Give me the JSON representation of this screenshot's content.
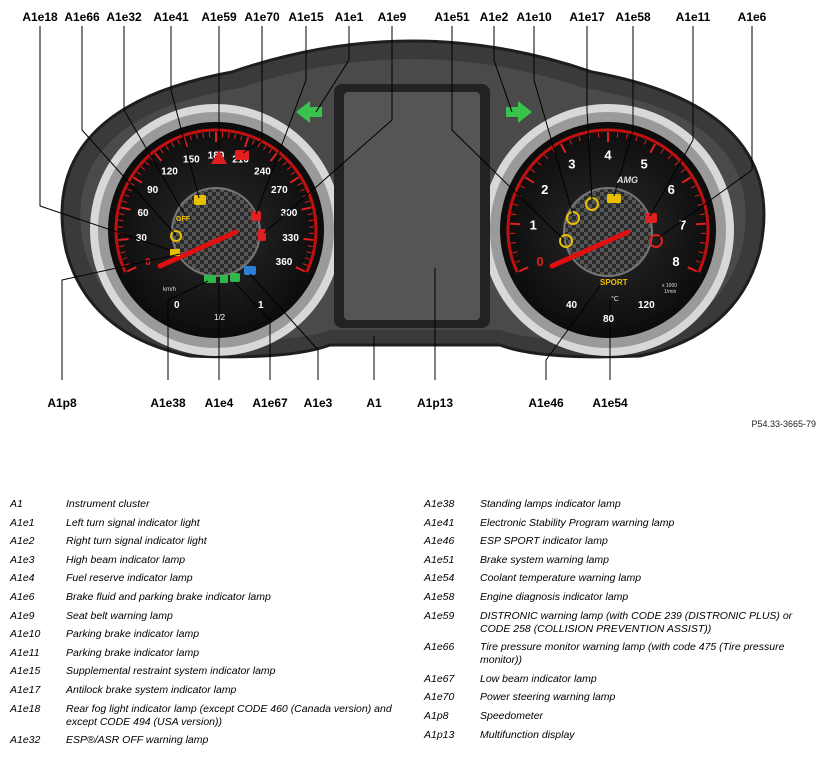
{
  "callouts_top": [
    "A1e18",
    "A1e66",
    "A1e32",
    "A1e41",
    "A1e59",
    "A1e70",
    "A1e15",
    "A1e1",
    "A1e9",
    "A1e51",
    "A1e2",
    "A1e10",
    "A1e17",
    "A1e58",
    "A1e11",
    "A1e6"
  ],
  "callouts_bottom": [
    "A1p8",
    "A1e38",
    "A1e4",
    "A1e67",
    "A1e3",
    "A1",
    "A1p13",
    "A1e46",
    "A1e54"
  ],
  "reference": "P54.33-3665-79",
  "speedometer": {
    "unit": "km/h",
    "ticks": [
      "0",
      "30",
      "60",
      "90",
      "120",
      "150",
      "180",
      "210",
      "240",
      "270",
      "300",
      "330",
      "360"
    ],
    "fuel_ticks": [
      "0",
      "1/2",
      "1"
    ]
  },
  "tachometer": {
    "ticks": [
      "0",
      "1",
      "2",
      "3",
      "4",
      "5",
      "6",
      "7",
      "8"
    ],
    "unit_line1": "x 1000",
    "unit_line2": "1/min",
    "brand": "AMG",
    "sport_label": "SPORT",
    "temp_ticks": [
      "40",
      "80",
      "120"
    ],
    "temp_unit": "°C"
  },
  "legend_left": [
    {
      "code": "A1",
      "desc": "Instrument cluster"
    },
    {
      "code": "A1e1",
      "desc": "Left turn signal indicator light"
    },
    {
      "code": "A1e2",
      "desc": "Right turn signal indicator light"
    },
    {
      "code": "A1e3",
      "desc": "High beam indicator lamp"
    },
    {
      "code": "A1e4",
      "desc": "Fuel reserve indicator lamp"
    },
    {
      "code": "A1e6",
      "desc": "Brake fluid and parking brake indicator lamp"
    },
    {
      "code": "A1e9",
      "desc": "Seat belt warning lamp"
    },
    {
      "code": "A1e10",
      "desc": "Parking brake indicator lamp"
    },
    {
      "code": "A1e11",
      "desc": "Parking brake indicator lamp"
    },
    {
      "code": "A1e15",
      "desc": "Supplemental restraint system indicator lamp"
    },
    {
      "code": "A1e17",
      "desc": "Antilock brake system indicator lamp"
    },
    {
      "code": "A1e18",
      "desc": "Rear fog light indicator lamp (except CODE 460 (Canada version) and except CODE 494 (USA version))"
    },
    {
      "code": "A1e32",
      "desc": "ESP®/ASR OFF warning lamp"
    }
  ],
  "legend_right": [
    {
      "code": "A1e38",
      "desc": "Standing lamps indicator lamp"
    },
    {
      "code": "A1e41",
      "desc": "Electronic Stability Program warning lamp"
    },
    {
      "code": "A1e46",
      "desc": "ESP SPORT indicator lamp"
    },
    {
      "code": "A1e51",
      "desc": "Brake system warning lamp"
    },
    {
      "code": "A1e54",
      "desc": "Coolant temperature warning lamp"
    },
    {
      "code": "A1e58",
      "desc": "Engine diagnosis indicator lamp"
    },
    {
      "code": "A1e59",
      "desc": "DISTRONIC warning lamp (with CODE 239 (DISTRONIC PLUS) or CODE 258 (COLLISION PREVENTION ASSIST))"
    },
    {
      "code": "A1e66",
      "desc": "Tire pressure monitor warning lamp (with code 475 (Tire pressure monitor))"
    },
    {
      "code": "A1e67",
      "desc": "Low beam indicator lamp"
    },
    {
      "code": "A1e70",
      "desc": "Power steering warning lamp"
    },
    {
      "code": "A1p8",
      "desc": "Speedometer"
    },
    {
      "code": "A1p13",
      "desc": "Multifunction display"
    }
  ]
}
